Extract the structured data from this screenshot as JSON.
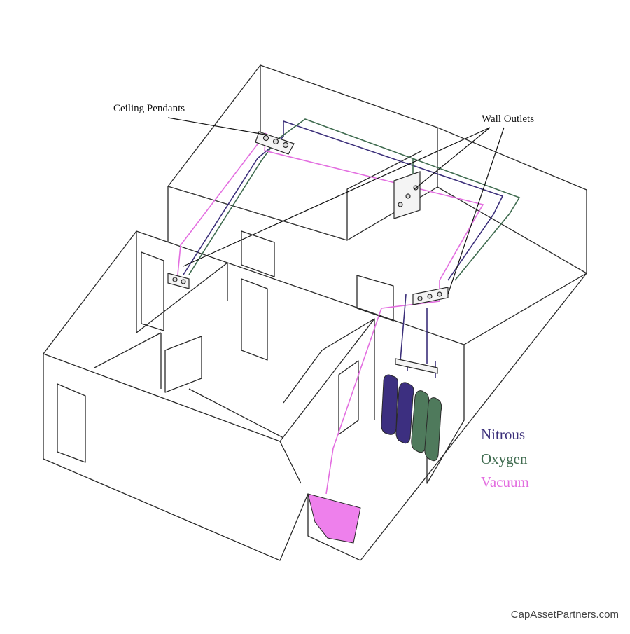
{
  "labels": {
    "ceiling_pendants": "Ceiling Pendants",
    "wall_outlets": "Wall Outlets"
  },
  "legend": {
    "nitrous": "Nitrous",
    "oxygen": "Oxygen",
    "vacuum": "Vacuum"
  },
  "watermark": "CapAssetPartners.com",
  "colors": {
    "nitrous": "#3b2f7a",
    "oxygen": "#3f6b4f",
    "vacuum": "#e36ee0",
    "outline": "#2a2a2a",
    "nitrous_fill": "#3c2f80",
    "oxygen_fill": "#4f7a5c",
    "vacuum_fill": "#ee80ec"
  }
}
